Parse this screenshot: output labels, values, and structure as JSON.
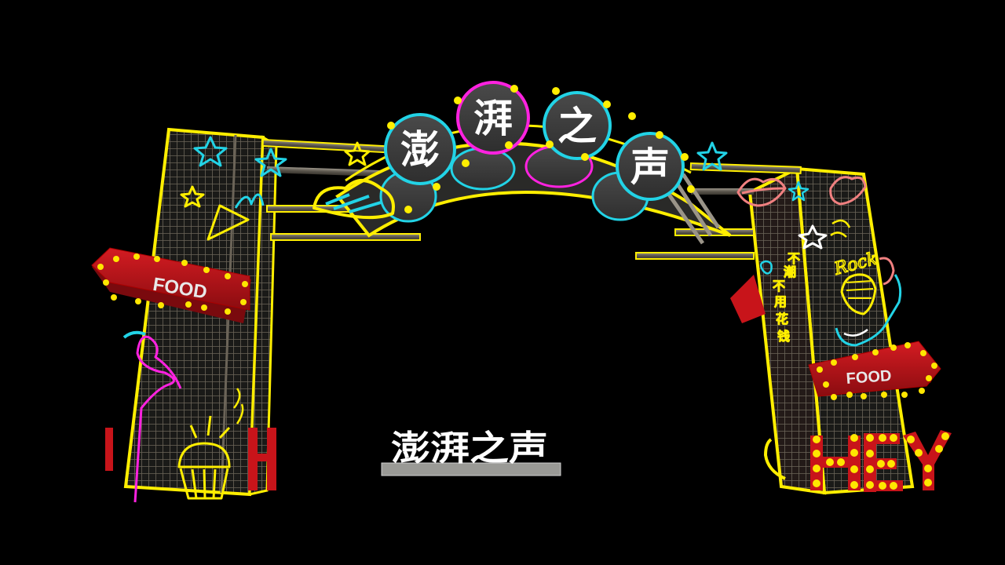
{
  "scene": {
    "background": "#000000",
    "subject": "neon festival archway render"
  },
  "arch": {
    "title_chars": [
      "澎",
      "湃",
      "之",
      "声"
    ],
    "title_ring_colors": [
      "#22d3e6",
      "#ff22e0",
      "#22d3e6",
      "#22d3e6"
    ],
    "disc_color": "#3d3d3d",
    "frame_color": "#6b6458",
    "neon_yellow": "#ffee00",
    "neon_cyan": "#22d3e6",
    "neon_magenta": "#ff22e0",
    "neon_pink": "#f08080"
  },
  "left_pillar": {
    "food_sign": "FOOD",
    "bottom_sign_partial": "H",
    "decorations": [
      "star-cluster",
      "ice-cream-cone",
      "flamingo",
      "cupcake"
    ]
  },
  "right_pillar": {
    "food_sign": "FOOD",
    "bottom_sign": "HEY",
    "vertical_slogan": [
      "不",
      "潮",
      "不",
      "用",
      "花",
      "钱"
    ],
    "rock_text": "Rock",
    "decorations": [
      "lips",
      "star",
      "rock-fist",
      "guitar"
    ]
  },
  "base_plaque": {
    "text": "澎湃之声",
    "text_color": "#ffffff",
    "base_color": "#9a9a96"
  },
  "colors": {
    "sign_red": "#c8141a",
    "bulb_yellow": "#ffe600",
    "sign_text": "#e8e8e8"
  }
}
